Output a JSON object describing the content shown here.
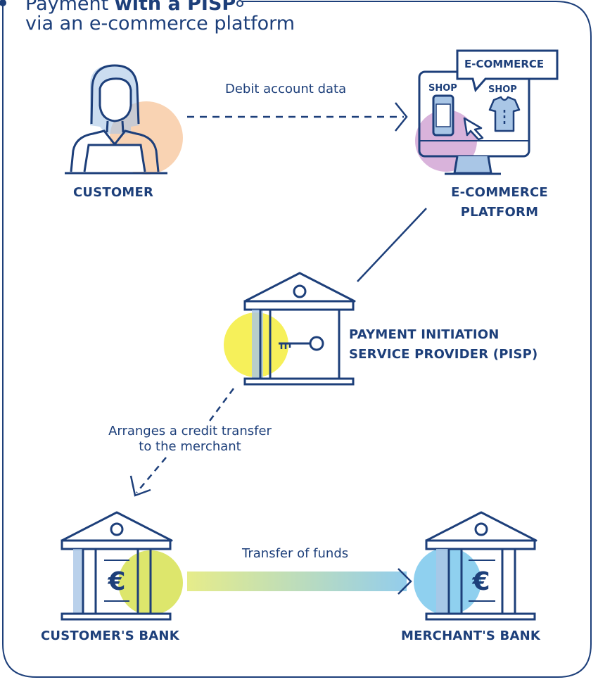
{
  "title": {
    "prefix": "Payment ",
    "emphasis": "with a PISP",
    "subtitle": "via an e-commerce platform"
  },
  "nodes": {
    "customer": "CUSTOMER",
    "platform_line1": "E-COMMERCE",
    "platform_line2": "PLATFORM",
    "pisp_line1": "PAYMENT INITIATION",
    "pisp_line2": "SERVICE PROVIDER (PISP)",
    "customer_bank": "CUSTOMER'S BANK",
    "merchant_bank": "MERCHANT'S BANK"
  },
  "screen": {
    "bubble": "E-COMMERCE",
    "shop_left": "SHOP",
    "shop_right": "SHOP"
  },
  "flows": {
    "debit": "Debit account data",
    "arranges_line1": "Arranges a credit transfer",
    "arranges_line2": "to the merchant",
    "transfer": "Transfer of funds"
  },
  "symbols": {
    "currency": "€"
  },
  "icons": [
    "customer-icon",
    "ecommerce-screen-icon",
    "pisp-bank-icon",
    "key-icon",
    "customer-bank-icon",
    "merchant-bank-icon",
    "euro-icon",
    "cursor-icon",
    "phone-icon",
    "tshirt-icon"
  ],
  "colors": {
    "navy": "#1d3f7a",
    "orange_blob": "#f9d3b3",
    "purple_blob": "#d9b3db",
    "yellow_blob": "#f6f05a",
    "lime_blob": "#dde66c",
    "blue_blob": "#8fd0ef",
    "pale_blue": "#a9c6e6",
    "arrow_start": "#e6ec8a",
    "arrow_end": "#93cdec"
  }
}
